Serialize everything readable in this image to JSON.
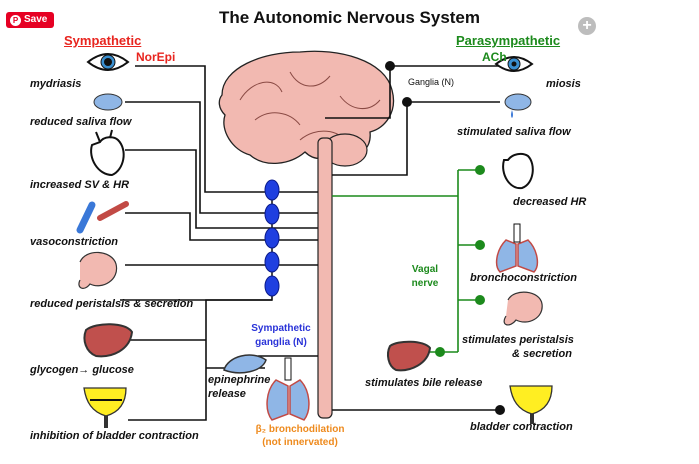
{
  "save_button": {
    "label": "Save"
  },
  "title": "The Autonomic Nervous System",
  "sympathetic": {
    "header": "Sympathetic",
    "transmitter": "NorEpi"
  },
  "parasympathetic": {
    "header": "Parasympathetic",
    "transmitter": "ACh"
  },
  "labels": {
    "ganglia_n": "Ganglia (N)",
    "sympathetic_ganglia_line1": "Sympathetic",
    "sympathetic_ganglia_line2": "ganglia (N)",
    "vagal_line1": "Vagal",
    "vagal_line2": "nerve",
    "beta2_line1": "β₂ bronchodilation",
    "beta2_line2": "(not innervated)"
  },
  "sympathetic_effects": [
    "mydriasis",
    "reduced saliva flow",
    "increased SV & HR",
    "vasoconstriction",
    "reduced peristalsis & secretion",
    "glycogen→ glucose",
    "inhibition of bladder contraction"
  ],
  "adrenal": {
    "line1": "epinephrine",
    "line2": "release"
  },
  "parasympathetic_effects": [
    "miosis",
    "stimulated saliva flow",
    "decreased HR",
    "bronchoconstriction",
    "stimulates peristalsis",
    "& secretion",
    "stimulates bile release",
    "bladder contraction"
  ],
  "colors": {
    "sympathetic": "#e8251f",
    "parasympathetic": "#1c8a1c",
    "ganglia": "#1f3fe0",
    "brain": "#f2b9b1",
    "bronchodilation": "#ee8a1d"
  }
}
